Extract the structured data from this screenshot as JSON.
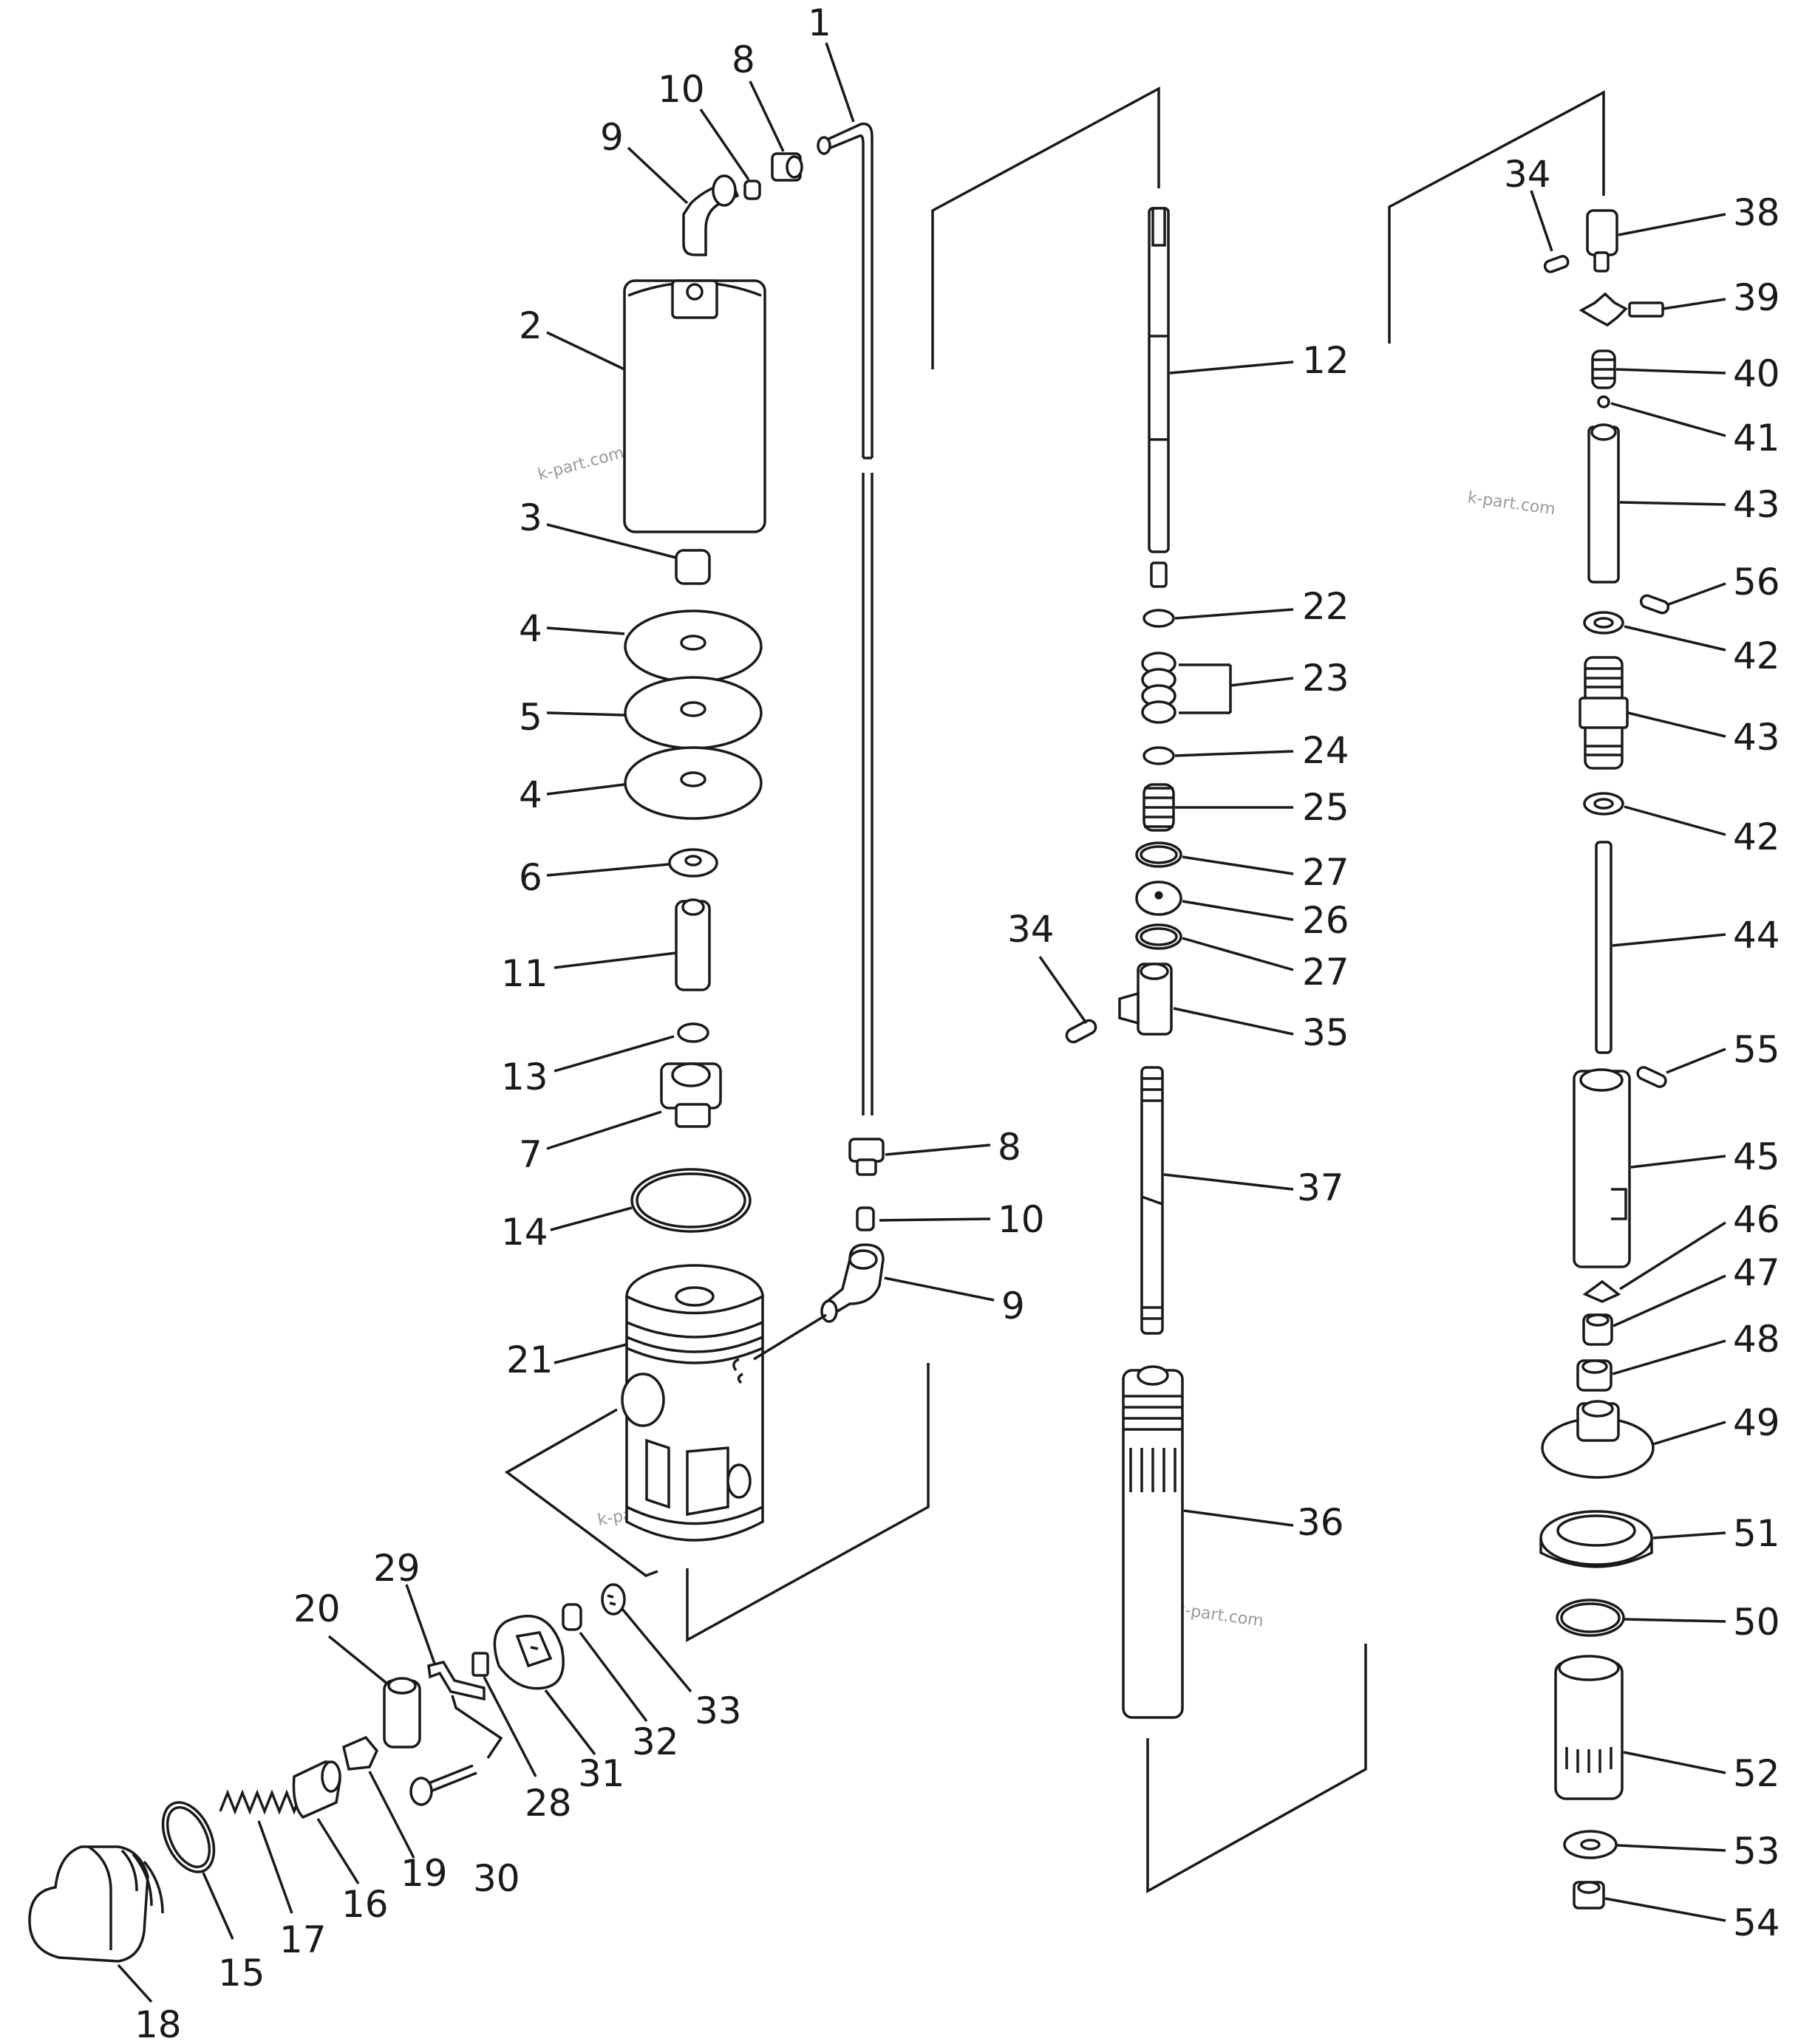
{
  "watermark": "k-part.com",
  "callouts": [
    {
      "id": "c1",
      "text": "1"
    },
    {
      "id": "c2",
      "text": "2"
    },
    {
      "id": "c3",
      "text": "3"
    },
    {
      "id": "c4a",
      "text": "4"
    },
    {
      "id": "c4b",
      "text": "4"
    },
    {
      "id": "c5",
      "text": "5"
    },
    {
      "id": "c6",
      "text": "6"
    },
    {
      "id": "c7",
      "text": "7"
    },
    {
      "id": "c8a",
      "text": "8"
    },
    {
      "id": "c8b",
      "text": "8"
    },
    {
      "id": "c9a",
      "text": "9"
    },
    {
      "id": "c9b",
      "text": "9"
    },
    {
      "id": "c10a",
      "text": "10"
    },
    {
      "id": "c10b",
      "text": "10"
    },
    {
      "id": "c11",
      "text": "11"
    },
    {
      "id": "c12",
      "text": "12"
    },
    {
      "id": "c13",
      "text": "13"
    },
    {
      "id": "c14",
      "text": "14"
    },
    {
      "id": "c15",
      "text": "15"
    },
    {
      "id": "c16",
      "text": "16"
    },
    {
      "id": "c17",
      "text": "17"
    },
    {
      "id": "c18",
      "text": "18"
    },
    {
      "id": "c19",
      "text": "19"
    },
    {
      "id": "c20",
      "text": "20"
    },
    {
      "id": "c21",
      "text": "21"
    },
    {
      "id": "c22",
      "text": "22"
    },
    {
      "id": "c23",
      "text": "23"
    },
    {
      "id": "c24",
      "text": "24"
    },
    {
      "id": "c25",
      "text": "25"
    },
    {
      "id": "c26",
      "text": "26"
    },
    {
      "id": "c27a",
      "text": "27"
    },
    {
      "id": "c27b",
      "text": "27"
    },
    {
      "id": "c28",
      "text": "28"
    },
    {
      "id": "c29",
      "text": "29"
    },
    {
      "id": "c30",
      "text": "30"
    },
    {
      "id": "c31",
      "text": "31"
    },
    {
      "id": "c32",
      "text": "32"
    },
    {
      "id": "c33",
      "text": "33"
    },
    {
      "id": "c34a",
      "text": "34"
    },
    {
      "id": "c34b",
      "text": "34"
    },
    {
      "id": "c35",
      "text": "35"
    },
    {
      "id": "c36",
      "text": "36"
    },
    {
      "id": "c37",
      "text": "37"
    },
    {
      "id": "c38",
      "text": "38"
    },
    {
      "id": "c39",
      "text": "39"
    },
    {
      "id": "c40",
      "text": "40"
    },
    {
      "id": "c41",
      "text": "41"
    },
    {
      "id": "c42a",
      "text": "42"
    },
    {
      "id": "c42b",
      "text": "42"
    },
    {
      "id": "c43a",
      "text": "43"
    },
    {
      "id": "c43b",
      "text": "43"
    },
    {
      "id": "c44",
      "text": "44"
    },
    {
      "id": "c45",
      "text": "45"
    },
    {
      "id": "c46",
      "text": "46"
    },
    {
      "id": "c47",
      "text": "47"
    },
    {
      "id": "c48",
      "text": "48"
    },
    {
      "id": "c49",
      "text": "49"
    },
    {
      "id": "c50",
      "text": "50"
    },
    {
      "id": "c51",
      "text": "51"
    },
    {
      "id": "c52",
      "text": "52"
    },
    {
      "id": "c53",
      "text": "53"
    },
    {
      "id": "c54",
      "text": "54"
    },
    {
      "id": "c55",
      "text": "55"
    },
    {
      "id": "c56",
      "text": "56"
    }
  ]
}
